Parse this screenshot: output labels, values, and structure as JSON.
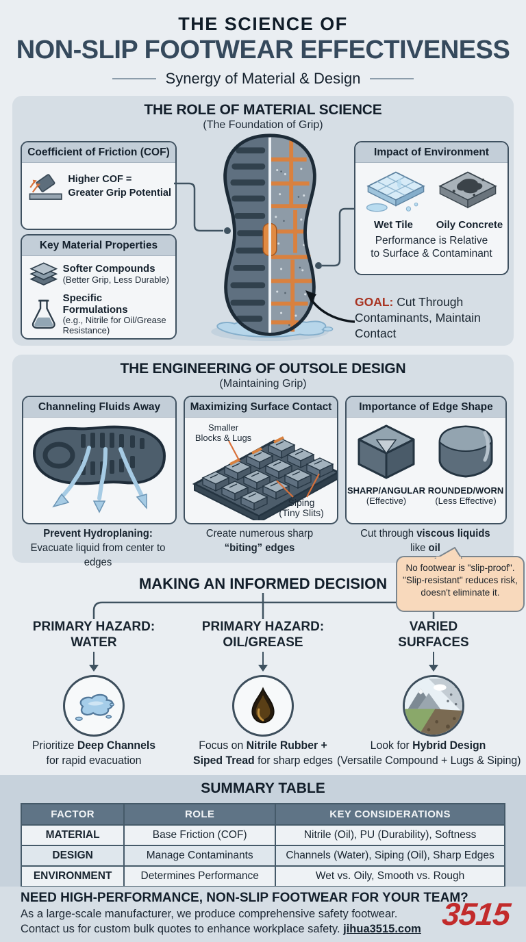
{
  "header": {
    "title_line1": "THE SCIENCE OF",
    "title_line2": "NON-SLIP FOOTWEAR EFFECTIVENESS",
    "subtitle": "Synergy of Material & Design"
  },
  "material_section": {
    "title": "THE ROLE OF MATERIAL SCIENCE",
    "subtitle": "(The Foundation of Grip)",
    "cof_box": {
      "header": "Coefficient of Friction (COF)",
      "text_line1": "Higher COF =",
      "text_line2": "Greater Grip Potential"
    },
    "properties_box": {
      "header": "Key Material Properties",
      "item1_title": "Softer Compounds",
      "item1_note": "(Better Grip, Less Durable)",
      "item2_title": "Specific Formulations",
      "item2_note": "(e.g., Nitrile for Oil/Grease Resistance)"
    },
    "environment_box": {
      "header": "Impact of Environment",
      "surface1_label": "Wet Tile",
      "surface2_label": "Oily Concrete",
      "note_line1": "Performance is Relative",
      "note_line2": "to Surface & Contaminant"
    },
    "goal_label": "GOAL:",
    "goal_text": " Cut Through Contaminants, Maintain Contact"
  },
  "design_section": {
    "title": "THE ENGINEERING OF OUTSOLE DESIGN",
    "subtitle": "(Maintaining Grip)",
    "panel1": {
      "header": "Channeling Fluids Away",
      "caption_bold": "Prevent Hydroplaning:",
      "caption_rest": "Evacuate liquid from center to edges"
    },
    "panel2": {
      "header": "Maximizing Surface Contact",
      "label_blocks_line1": "Smaller",
      "label_blocks_line2": "Blocks & Lugs",
      "label_siping_line1": "Siping",
      "label_siping_line2": "(Tiny Slits)",
      "caption_line1": "Create numerous sharp",
      "caption_line2": "“biting” edges"
    },
    "panel3": {
      "header": "Importance of Edge Shape",
      "shape1_title": "SHARP/ANGULAR",
      "shape1_note": "(Effective)",
      "shape2_title": "ROUNDED/WORN",
      "shape2_note": "(Less Effective)",
      "caption_pre": "Cut through ",
      "caption_bold1": "viscous liquids",
      "caption_line2_pre": "like ",
      "caption_bold2": "oil"
    },
    "warning_bubble": {
      "line1": "No footwear is \"slip-proof\".",
      "line2": "\"Slip-resistant\" reduces risk,",
      "line3": "doesn't eliminate it."
    }
  },
  "decision_section": {
    "title": "MAKING AN INFORMED DECISION",
    "columns": [
      {
        "header_line1": "PRIMARY HAZARD:",
        "header_line2": "WATER",
        "caption_l1_reg": "Prioritize ",
        "caption_l1_bold": "Deep Channels",
        "caption_l2_bold": "",
        "caption_l2_reg": "for rapid evacuation"
      },
      {
        "header_line1": "PRIMARY HAZARD:",
        "header_line2": "OIL/GREASE",
        "caption_l1_reg": "Focus on ",
        "caption_l1_bold": "Nitrile Rubber +",
        "caption_l2_bold": "Siped Tread",
        "caption_l2_reg": " for sharp edges"
      },
      {
        "header_line1": "VARIED",
        "header_line2": "SURFACES",
        "caption_l1_reg": "Look for ",
        "caption_l1_bold": "Hybrid Design",
        "caption_l2_bold": "",
        "caption_l2_reg": "(Versatile Compound + Lugs & Siping)"
      }
    ]
  },
  "summary_section": {
    "title": "SUMMARY TABLE",
    "col_headers": [
      "FACTOR",
      "ROLE",
      "KEY CONSIDERATIONS"
    ],
    "rows": [
      {
        "factor": "MATERIAL",
        "role": "Base Friction (COF)",
        "considerations": "Nitrile (Oil), PU (Durability), Softness"
      },
      {
        "factor": "DESIGN",
        "role": "Manage Contaminants",
        "considerations": "Channels (Water), Siping (Oil), Sharp Edges"
      },
      {
        "factor": "ENVIRONMENT",
        "role": "Determines Performance",
        "considerations": "Wet vs. Oily, Smooth vs. Rough"
      }
    ]
  },
  "footer": {
    "headline": "NEED HIGH-PERFORMANCE, NON-SLIP FOOTWEAR FOR YOUR TEAM?",
    "line1": "As a large-scale manufacturer, we produce comprehensive safety footwear.",
    "line2_pre": "Contact us for custom bulk quotes to enhance workplace safety. ",
    "link": "jihua3515.com",
    "logo": "3515"
  },
  "colors": {
    "accent_orange": "#d8813e",
    "goal_red": "#a83422",
    "logo_red": "#c22b2b",
    "water_blue": "#a6cbe4",
    "bubble_peach": "#f8d9bc",
    "panel_gray_blue": "#d6dee5",
    "table_header": "#5f7486"
  }
}
